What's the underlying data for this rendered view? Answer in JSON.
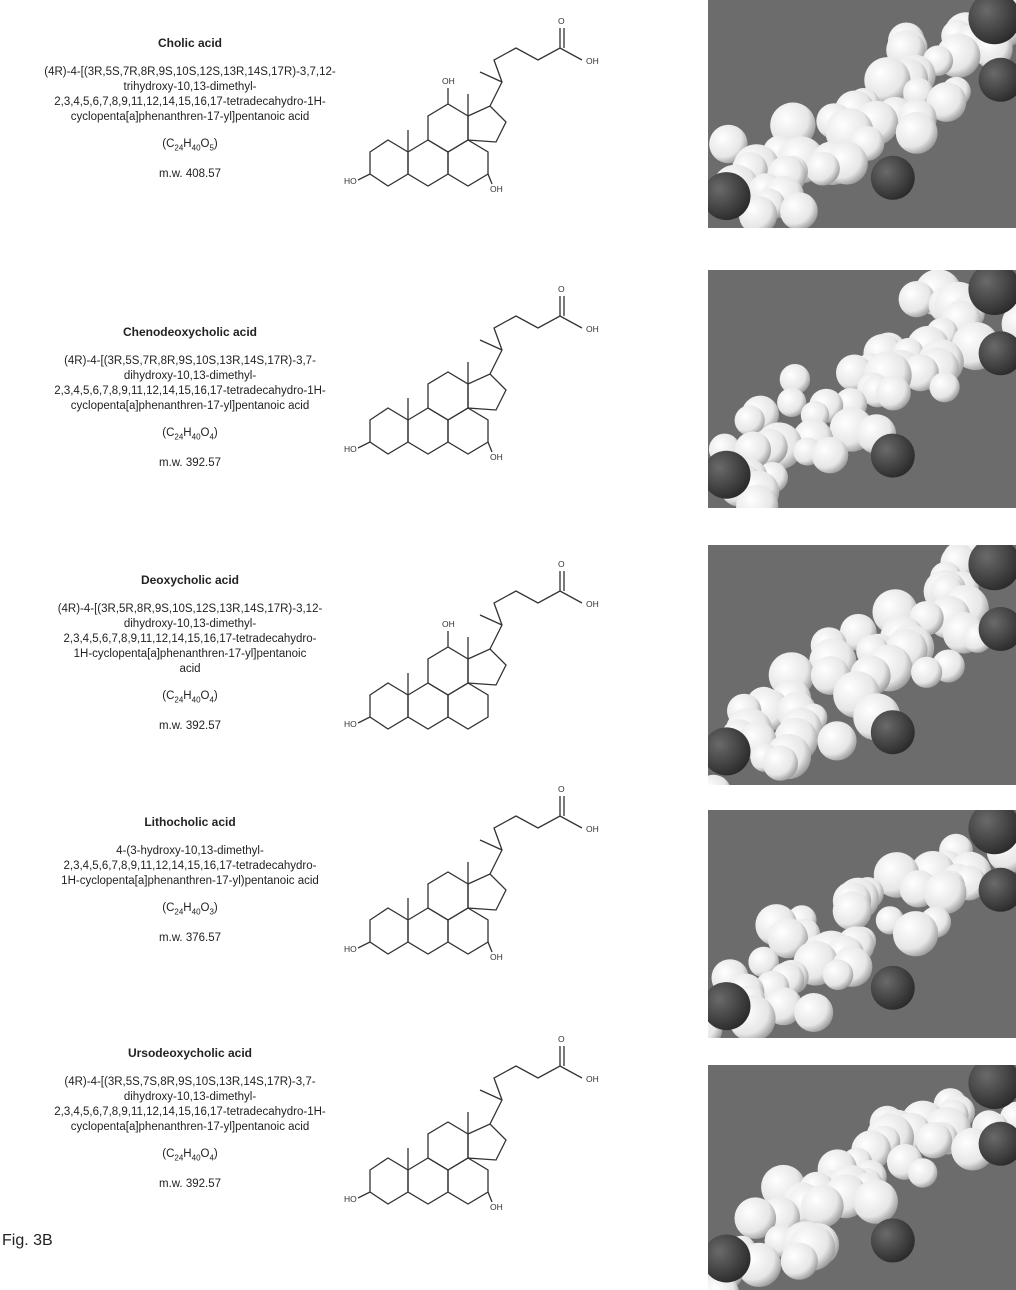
{
  "figure_label": "Fig. 3B",
  "compounds": [
    {
      "name": "Cholic acid",
      "iupac": "(4R)-4-[(3R,5S,7R,8R,9S,10S,12S,13R,14S,17R)-3,7,12-\ntrihydroxy-10,13-dimethyl-\n2,3,4,5,6,7,8,9,11,12,14,15,16,17-tetradecahydro-1H-\ncyclopenta[a]phenanthren-17-yl]pentanoic acid",
      "formula": "(C24H40O5)",
      "mw": "m.w. 408.57",
      "substituents": [
        "OH",
        "OH",
        "HO",
        "OH"
      ]
    },
    {
      "name": "Chenodeoxycholic acid",
      "iupac": "(4R)-4-[(3R,5S,7R,8R,9S,10S,13R,14S,17R)-3,7-\ndihydroxy-10,13-dimethyl-\n2,3,4,5,6,7,8,9,11,12,14,15,16,17-tetradecahydro-1H-\ncyclopenta[a]phenanthren-17-yl]pentanoic acid",
      "formula": "(C24H40O4)",
      "mw": "m.w. 392.57",
      "substituents": [
        "",
        "OH",
        "HO",
        "OH"
      ]
    },
    {
      "name": "Deoxycholic acid",
      "iupac": "(4R)-4-[(3R,5R,8R,9S,10S,12S,13R,14S,17R)-3,12-\ndihydroxy-10,13-dimethyl-\n2,3,4,5,6,7,8,9,11,12,14,15,16,17-tetradecahydro-\n1H-cyclopenta[a]phenanthren-17-yl]pentanoic\nacid",
      "formula": "(C24H40O4)",
      "mw": "m.w. 392.57",
      "substituents": [
        "OH",
        "OH",
        "HO",
        ""
      ]
    },
    {
      "name": "Lithocholic acid",
      "iupac": "4-(3-hydroxy-10,13-dimethyl-\n2,3,4,5,6,7,8,9,11,12,14,15,16,17-tetradecahydro-\n1H-cyclopenta[a]phenanthren-17-yl)pentanoic acid",
      "formula": "(C24H40O3)",
      "mw": "m.w. 376.57",
      "substituents": [
        "",
        "OH",
        "HO",
        "OH"
      ]
    },
    {
      "name": "Ursodeoxycholic acid",
      "iupac": "(4R)-4-[(3R,5S,7S,8R,9S,10S,13R,14S,17R)-3,7-\ndihydroxy-10,13-dimethyl-\n2,3,4,5,6,7,8,9,11,12,14,15,16,17-tetradecahydro-1H-\ncyclopenta[a]phenanthren-17-yl]pentanoic acid",
      "formula": "(C24H40O4)",
      "mw": "m.w. 392.57",
      "substituents": [
        "",
        "OH",
        "HO",
        "OH"
      ]
    }
  ]
}
